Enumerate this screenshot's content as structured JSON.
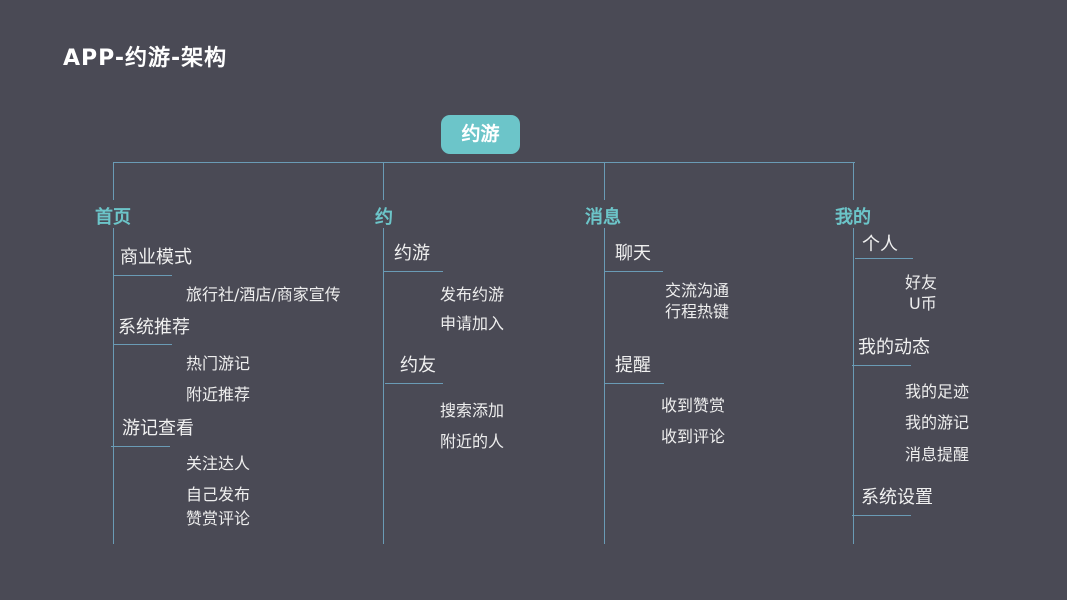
{
  "title": "APP-约游-架构",
  "root": "约游",
  "colors": {
    "background": "#4a4a55",
    "accent": "#6cc5c9",
    "line": "#6a9bb5"
  },
  "branches": [
    {
      "label": "首页",
      "groups": [
        {
          "label": "商业模式",
          "items": [
            "旅行社/酒店/商家宣传"
          ]
        },
        {
          "label": "系统推荐",
          "items": [
            "热门游记",
            "附近推荐"
          ]
        },
        {
          "label": "游记查看",
          "items": [
            "关注达人",
            "自己发布",
            "赞赏评论"
          ]
        }
      ]
    },
    {
      "label": "约",
      "groups": [
        {
          "label": "约游",
          "items": [
            "发布约游",
            "申请加入"
          ]
        },
        {
          "label": "约友",
          "items": [
            "搜索添加",
            "附近的人"
          ]
        }
      ]
    },
    {
      "label": "消息",
      "groups": [
        {
          "label": "聊天",
          "items": [
            "交流沟通",
            "行程热键"
          ]
        },
        {
          "label": "提醒",
          "items": [
            "收到赞赏",
            "收到评论"
          ]
        }
      ]
    },
    {
      "label": "我的",
      "groups": [
        {
          "label": "个人",
          "items": [
            "好友",
            "U币"
          ]
        },
        {
          "label": "我的动态",
          "items": [
            "我的足迹",
            "我的游记",
            "消息提醒"
          ]
        },
        {
          "label": "系统设置",
          "items": []
        }
      ]
    }
  ]
}
